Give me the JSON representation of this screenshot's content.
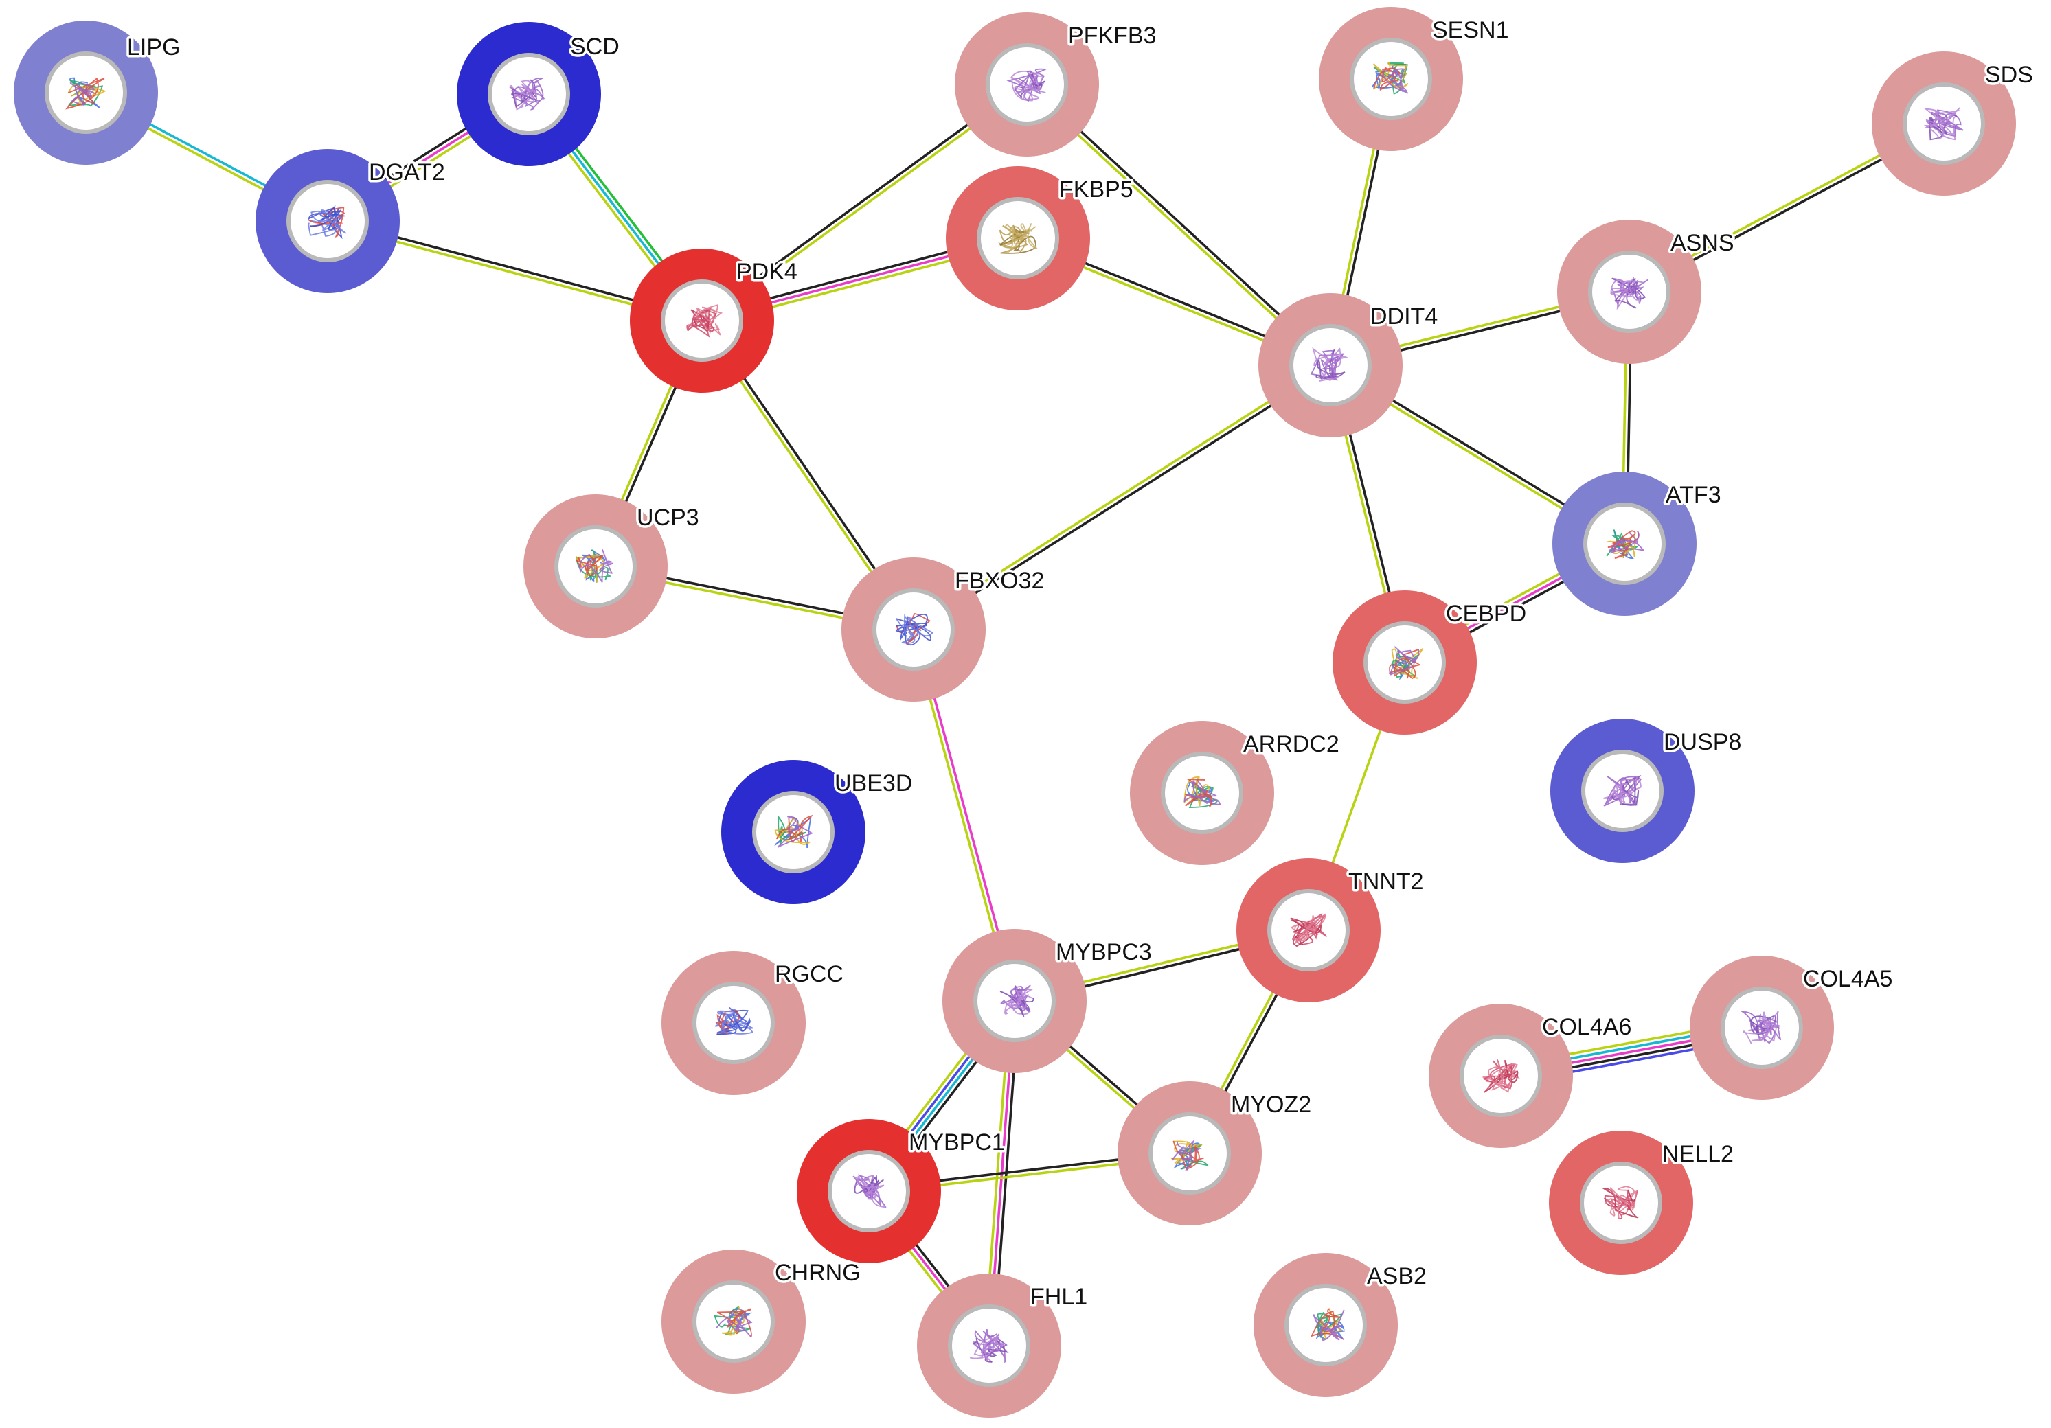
{
  "network": {
    "channel_colors": {
      "coexpression": "#222222",
      "textmining": "#b9d313",
      "experiments": "#e93dc9",
      "database": "#17b8d2",
      "homology": "#4a4ae8",
      "neighborhood": "#24c03a"
    },
    "node_palette": {
      "up_strong": "#e53030",
      "up_medium": "#e26666",
      "up_light": "#dc9a9a",
      "down_strong": "#2b2bcf",
      "down_medium": "#5c5cd2",
      "down_light": "#8080d0"
    },
    "nodes": [
      {
        "id": "LIPG",
        "label": "LIPG",
        "color": "down_light",
        "structure": "mixed"
      },
      {
        "id": "SCD",
        "label": "SCD",
        "color": "down_strong",
        "structure": "purple"
      },
      {
        "id": "DGAT2",
        "label": "DGAT2",
        "color": "down_medium",
        "structure": "blue"
      },
      {
        "id": "PFKFB3",
        "label": "PFKFB3",
        "color": "up_light",
        "structure": "purple"
      },
      {
        "id": "SESN1",
        "label": "SESN1",
        "color": "up_light",
        "structure": "mixed"
      },
      {
        "id": "SDS",
        "label": "SDS",
        "color": "up_light",
        "structure": "purple"
      },
      {
        "id": "FKBP5",
        "label": "FKBP5",
        "color": "up_medium",
        "structure": "tan"
      },
      {
        "id": "PDK4",
        "label": "PDK4",
        "color": "up_strong",
        "structure": "red"
      },
      {
        "id": "ASNS",
        "label": "ASNS",
        "color": "up_light",
        "structure": "purple"
      },
      {
        "id": "DDIT4",
        "label": "DDIT4",
        "color": "up_light",
        "structure": "purple"
      },
      {
        "id": "UCP3",
        "label": "UCP3",
        "color": "up_light",
        "structure": "mixed"
      },
      {
        "id": "ATF3",
        "label": "ATF3",
        "color": "down_light",
        "structure": "mixed"
      },
      {
        "id": "FBXO32",
        "label": "FBXO32",
        "color": "up_light",
        "structure": "blue"
      },
      {
        "id": "CEBPD",
        "label": "CEBPD",
        "color": "up_medium",
        "structure": "mixed"
      },
      {
        "id": "ARRDC2",
        "label": "ARRDC2",
        "color": "up_light",
        "structure": "mixed"
      },
      {
        "id": "DUSP8",
        "label": "DUSP8",
        "color": "down_medium",
        "structure": "purple"
      },
      {
        "id": "UBE3D",
        "label": "UBE3D",
        "color": "down_strong",
        "structure": "mixed"
      },
      {
        "id": "TNNT2",
        "label": "TNNT2",
        "color": "up_medium",
        "structure": "red"
      },
      {
        "id": "RGCC",
        "label": "RGCC",
        "color": "up_light",
        "structure": "blue"
      },
      {
        "id": "MYBPC3",
        "label": "MYBPC3",
        "color": "up_light",
        "structure": "purple"
      },
      {
        "id": "COL4A6",
        "label": "COL4A6",
        "color": "up_light",
        "structure": "red"
      },
      {
        "id": "COL4A5",
        "label": "COL4A5",
        "color": "up_light",
        "structure": "purple"
      },
      {
        "id": "MYOZ2",
        "label": "MYOZ2",
        "color": "up_light",
        "structure": "mixed"
      },
      {
        "id": "MYBPC1",
        "label": "MYBPC1",
        "color": "up_strong",
        "structure": "purple"
      },
      {
        "id": "NELL2",
        "label": "NELL2",
        "color": "up_medium",
        "structure": "red"
      },
      {
        "id": "CHRNG",
        "label": "CHRNG",
        "color": "up_light",
        "structure": "mixed"
      },
      {
        "id": "FHL1",
        "label": "FHL1",
        "color": "up_light",
        "structure": "purple"
      },
      {
        "id": "ASB2",
        "label": "ASB2",
        "color": "up_light",
        "structure": "mixed"
      }
    ],
    "edges": [
      {
        "source": "LIPG",
        "target": "DGAT2",
        "channels": [
          "database",
          "textmining"
        ]
      },
      {
        "source": "DGAT2",
        "target": "SCD",
        "channels": [
          "coexpression",
          "experiments",
          "textmining"
        ]
      },
      {
        "source": "DGAT2",
        "target": "PDK4",
        "channels": [
          "coexpression",
          "textmining"
        ]
      },
      {
        "source": "SCD",
        "target": "PDK4",
        "channels": [
          "neighborhood",
          "database",
          "textmining"
        ]
      },
      {
        "source": "PDK4",
        "target": "PFKFB3",
        "channels": [
          "coexpression",
          "textmining"
        ]
      },
      {
        "source": "PDK4",
        "target": "FKBP5",
        "channels": [
          "coexpression",
          "experiments",
          "textmining"
        ]
      },
      {
        "source": "PDK4",
        "target": "UCP3",
        "channels": [
          "coexpression",
          "textmining"
        ]
      },
      {
        "source": "PDK4",
        "target": "FBXO32",
        "channels": [
          "coexpression",
          "textmining"
        ]
      },
      {
        "source": "PFKFB3",
        "target": "DDIT4",
        "channels": [
          "coexpression",
          "textmining"
        ]
      },
      {
        "source": "FKBP5",
        "target": "DDIT4",
        "channels": [
          "coexpression",
          "textmining"
        ]
      },
      {
        "source": "SESN1",
        "target": "DDIT4",
        "channels": [
          "coexpression",
          "textmining"
        ]
      },
      {
        "source": "SDS",
        "target": "ASNS",
        "channels": [
          "coexpression",
          "textmining"
        ]
      },
      {
        "source": "ASNS",
        "target": "DDIT4",
        "channels": [
          "coexpression",
          "textmining"
        ]
      },
      {
        "source": "ASNS",
        "target": "ATF3",
        "channels": [
          "coexpression",
          "textmining"
        ]
      },
      {
        "source": "DDIT4",
        "target": "ATF3",
        "channels": [
          "coexpression",
          "textmining"
        ]
      },
      {
        "source": "DDIT4",
        "target": "CEBPD",
        "channels": [
          "coexpression",
          "textmining"
        ]
      },
      {
        "source": "DDIT4",
        "target": "FBXO32",
        "channels": [
          "coexpression",
          "textmining"
        ]
      },
      {
        "source": "UCP3",
        "target": "FBXO32",
        "channels": [
          "coexpression",
          "textmining"
        ]
      },
      {
        "source": "ATF3",
        "target": "CEBPD",
        "channels": [
          "coexpression",
          "experiments",
          "textmining"
        ]
      },
      {
        "source": "CEBPD",
        "target": "TNNT2",
        "channels": [
          "textmining"
        ]
      },
      {
        "source": "FBXO32",
        "target": "MYBPC3",
        "channels": [
          "experiments",
          "textmining"
        ]
      },
      {
        "source": "TNNT2",
        "target": "MYBPC3",
        "channels": [
          "coexpression",
          "textmining"
        ]
      },
      {
        "source": "TNNT2",
        "target": "MYOZ2",
        "channels": [
          "coexpression",
          "textmining"
        ]
      },
      {
        "source": "MYBPC3",
        "target": "MYOZ2",
        "channels": [
          "coexpression",
          "textmining"
        ]
      },
      {
        "source": "MYBPC3",
        "target": "MYBPC1",
        "channels": [
          "coexpression",
          "database",
          "homology",
          "textmining"
        ]
      },
      {
        "source": "MYBPC3",
        "target": "FHL1",
        "channels": [
          "coexpression",
          "experiments",
          "textmining"
        ]
      },
      {
        "source": "MYBPC1",
        "target": "MYOZ2",
        "channels": [
          "coexpression",
          "textmining"
        ]
      },
      {
        "source": "MYBPC1",
        "target": "FHL1",
        "channels": [
          "coexpression",
          "experiments",
          "textmining"
        ]
      },
      {
        "source": "COL4A6",
        "target": "COL4A5",
        "channels": [
          "textmining",
          "database",
          "experiments",
          "coexpression",
          "homology"
        ]
      }
    ]
  }
}
